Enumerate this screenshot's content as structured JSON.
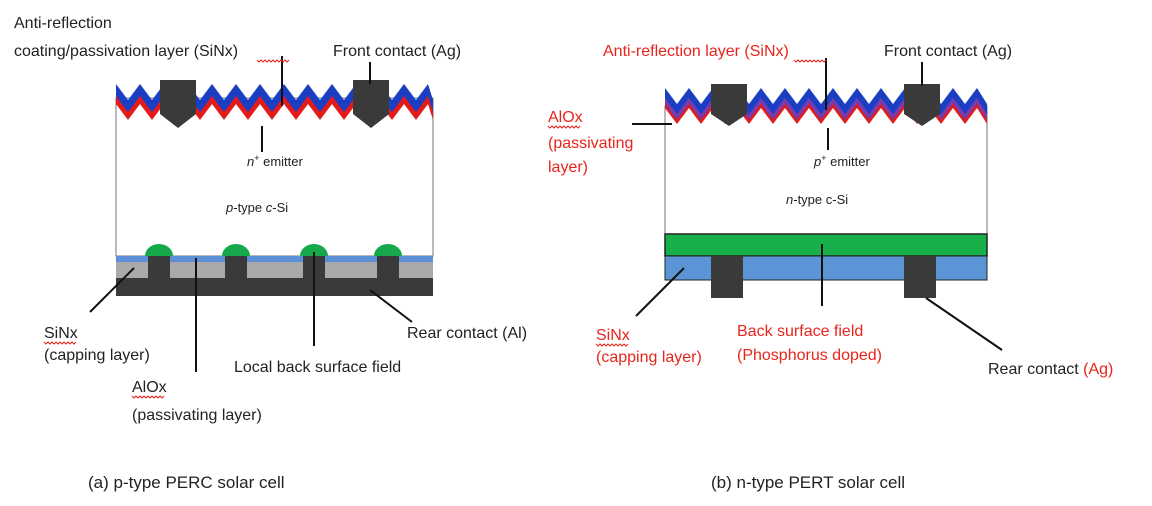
{
  "panel_a": {
    "labels": {
      "arc_line1": "Anti-reflection",
      "arc_line2": "coating/passivation layer (SiNx)",
      "front_contact": "Front contact (Ag)",
      "emitter_sup": "n",
      "emitter_plus": "+",
      "emitter_word": " emitter",
      "bulk_p": "p",
      "bulk_type": "-type ",
      "bulk_c": "c",
      "bulk_si": "-Si",
      "sinx_line1": "SiNx",
      "sinx_line2": "(capping layer)",
      "alox_line1": "AlOx",
      "alox_line2": "(passivating layer)",
      "lbsf": "Local back surface field",
      "rear_contact": "Rear contact (Al)"
    },
    "caption": "(a) p-type PERC solar cell",
    "colors": {
      "arc_blue": "#1a3fc4",
      "red_layer": "#e31b1b",
      "contact": "#3a3a3a",
      "alox": "#5b8fd6",
      "sinx_gray": "#a9a9a9",
      "lbsf_green": "#17a84b"
    }
  },
  "panel_b": {
    "labels": {
      "arc": "Anti-reflection layer (SiNx)",
      "front_contact": "Front contact (Ag)",
      "alox_line1": "AlOx",
      "alox_line2": "(passivating",
      "alox_line3": "layer)",
      "emitter_sup": "p",
      "emitter_plus": "+",
      "emitter_word": " emitter",
      "bulk_n": "n",
      "bulk_rest": "-type  c-Si",
      "sinx_line1": "SiNx",
      "sinx_line2": "(capping layer)",
      "bsf_line1": "Back surface field",
      "bsf_line2": "(Phosphorus doped)",
      "rear_contact_text": "Rear contact ",
      "rear_contact_ag": "(Ag)"
    },
    "caption": "(b) n-type PERT solar cell",
    "colors": {
      "arc_blue": "#1a3fc4",
      "purple_layer": "#7a3aa8",
      "red_layer": "#e31b1b",
      "contact": "#3a3a3a",
      "bsf_green": "#17b04b",
      "sinx_blue": "#5b95d6",
      "red_text": "#e8241c"
    }
  }
}
